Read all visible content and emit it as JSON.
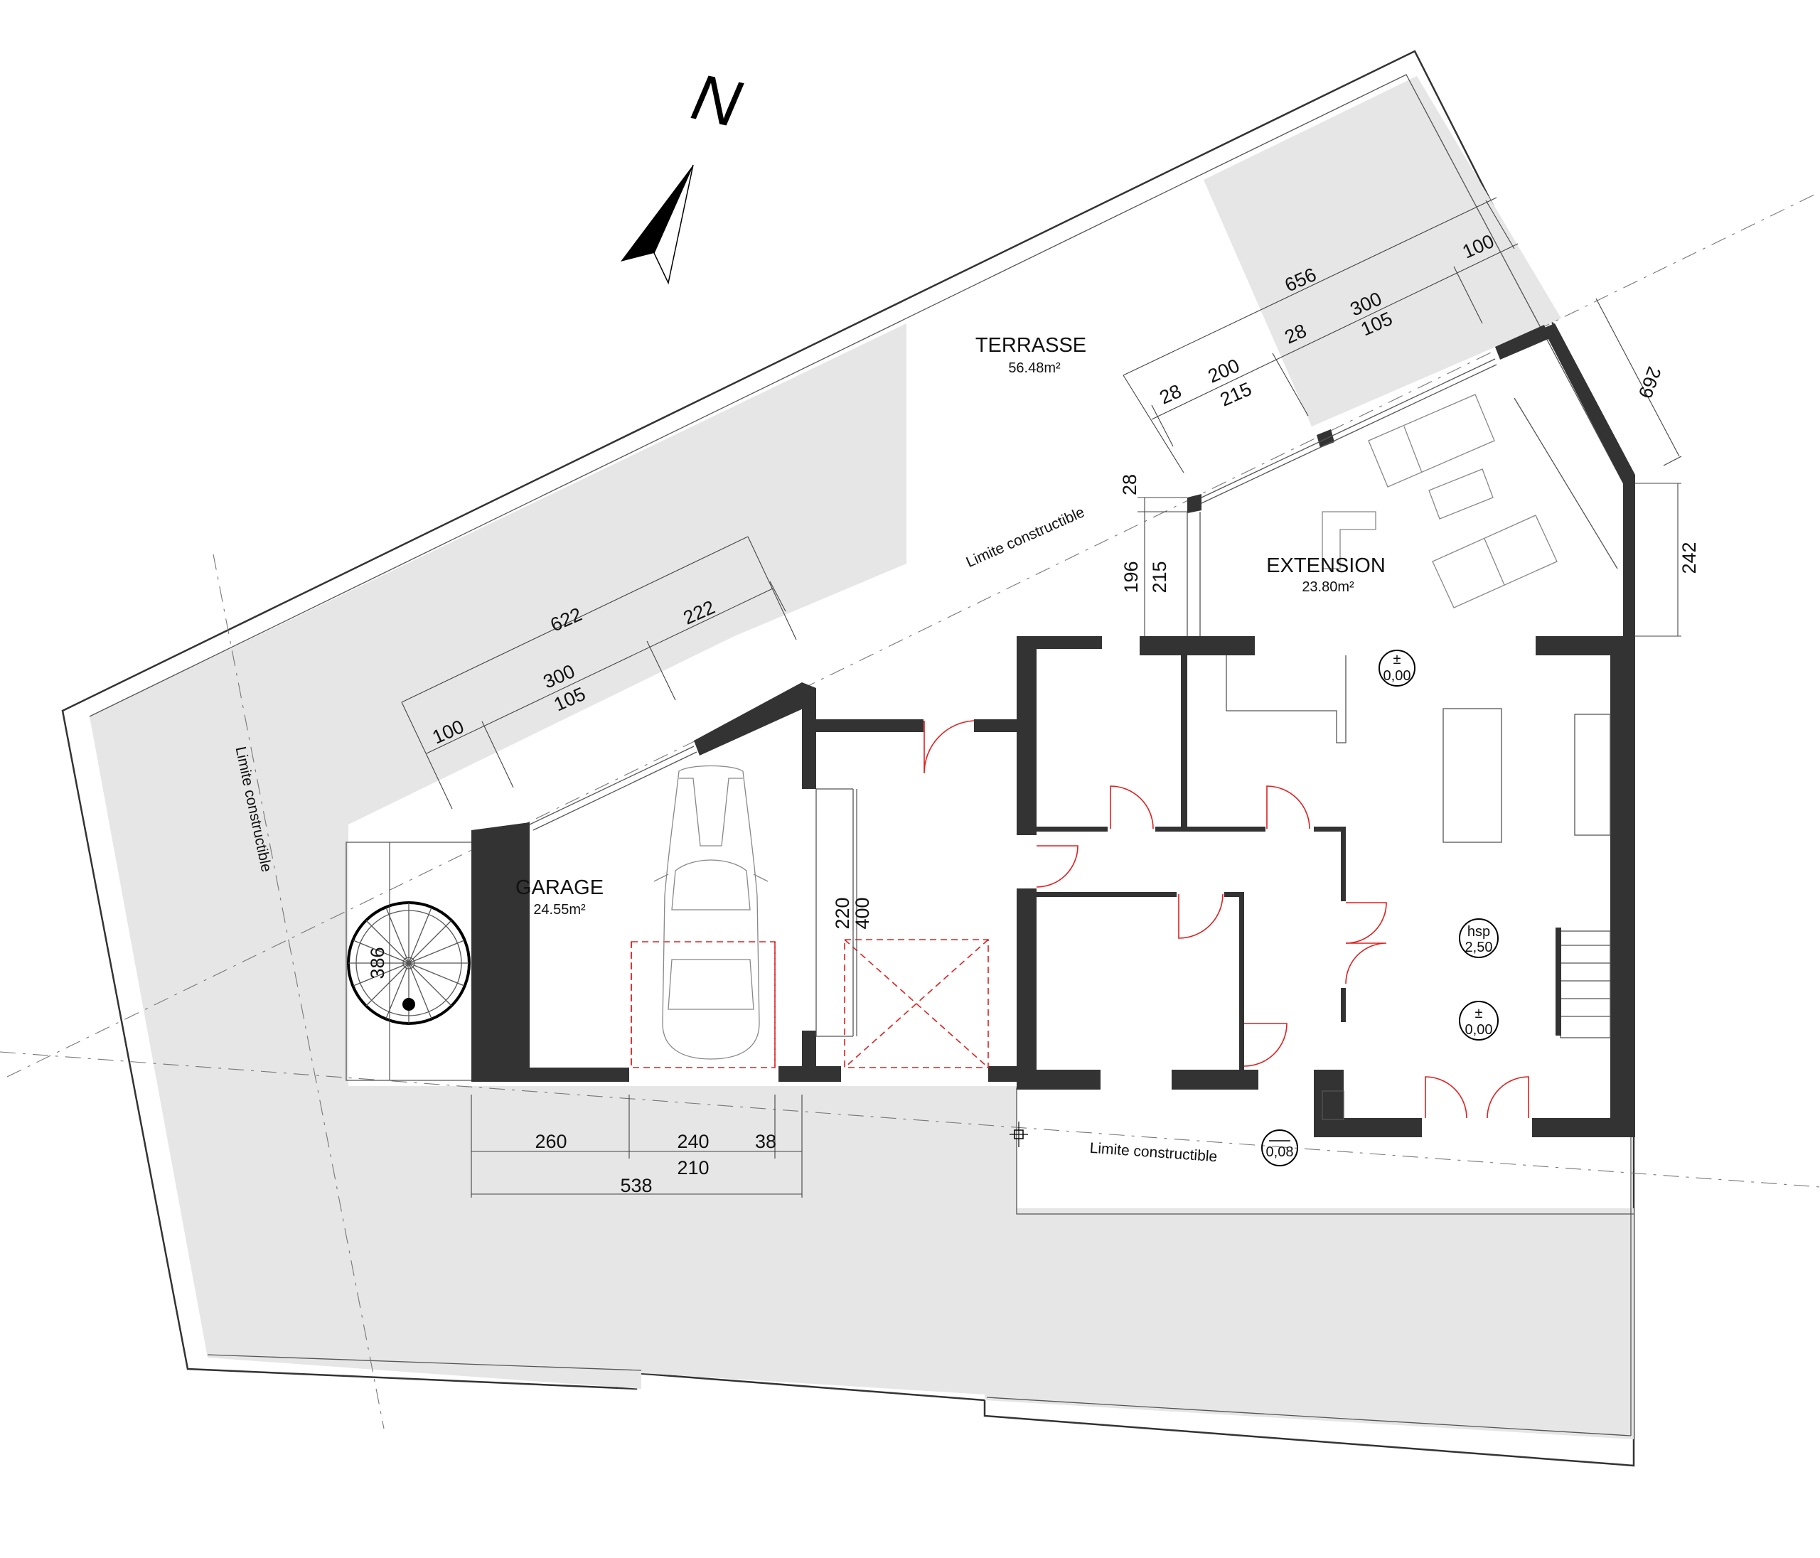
{
  "plan": {
    "north_label": "N",
    "rooms": {
      "terrasse": {
        "name": "TERRASSE",
        "area": "56.48m²"
      },
      "extension": {
        "name": "EXTENSION",
        "area": "23.80m²"
      },
      "garage": {
        "name": "GARAGE",
        "area": "24.55m²"
      }
    },
    "limits": {
      "diagonal": "Limite constructible",
      "left": "Limite constructible",
      "bottom": "Limite constructible"
    },
    "levels": {
      "l1_sign": "±",
      "l1_value": "0,00",
      "l2_sign": "±",
      "l2_value": "0,00",
      "hsp_label": "hsp",
      "hsp_value": "2,50",
      "exterior_value": "0,08"
    },
    "dims": {
      "garage_622": "622",
      "garage_222": "222",
      "garage_300": "300",
      "garage_105": "105",
      "garage_100": "100",
      "ext_656": "656",
      "ext_100": "100",
      "ext_300": "300",
      "ext_105": "105",
      "ext_28a": "28",
      "ext_200": "200",
      "ext_215a": "215",
      "ext_28b": "28",
      "side_269": "269",
      "side_242": "242",
      "v_28": "28",
      "v_196": "196",
      "v_215": "215",
      "gate_220": "220",
      "gate_400": "400",
      "stair_386": "386",
      "b_260": "260",
      "b_240": "240",
      "b_38": "38",
      "b_210": "210",
      "b_538": "538"
    }
  }
}
